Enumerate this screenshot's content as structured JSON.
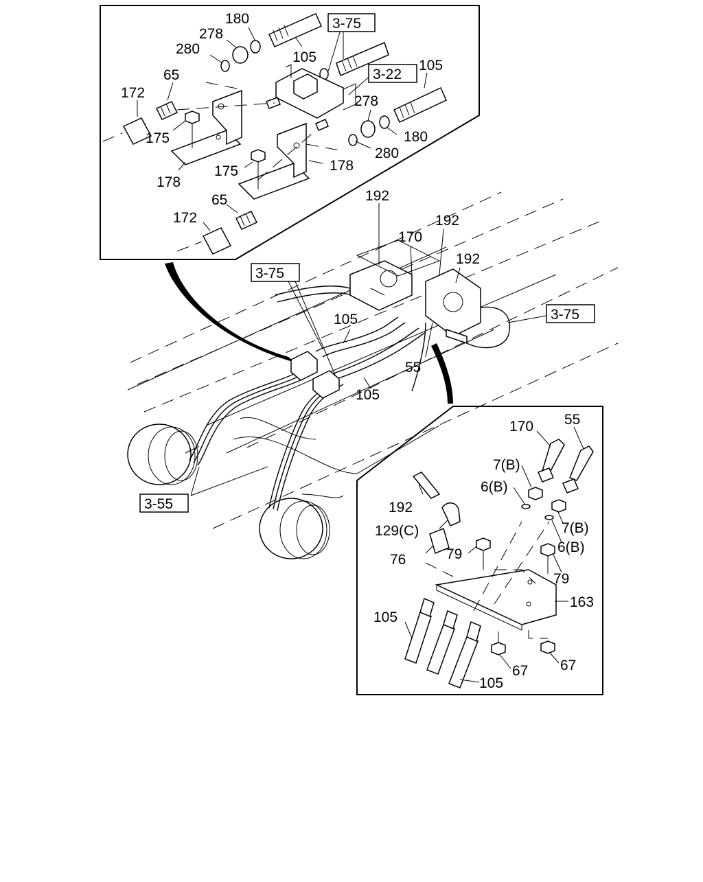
{
  "diagram": {
    "top_inset": {
      "labels": {
        "n180a": "180",
        "n278a": "278",
        "n280a": "280",
        "n105a": "105",
        "ref375a": "3-75",
        "ref322": "3-22",
        "n105b": "105",
        "n65a": "65",
        "n172a": "172",
        "n278b": "278",
        "n175a": "175",
        "n180b": "180",
        "n178a": "178",
        "n280b": "280",
        "n175b": "175",
        "n178b": "178",
        "n65b": "65",
        "n172b": "172"
      }
    },
    "main": {
      "labels": {
        "n192a": "192",
        "n192b": "192",
        "n170": "170",
        "n192c": "192",
        "ref375b": "3-75",
        "ref375c": "3-75",
        "n105c": "105",
        "n55a": "55",
        "n105d": "105",
        "ref355": "3-55"
      }
    },
    "bottom_inset": {
      "labels": {
        "n170b": "170",
        "n55b": "55",
        "n7Ba": "7(B)",
        "n6Ba": "6(B)",
        "n192d": "192",
        "n129C": "129(C)",
        "n7Bb": "7(B)",
        "n6Bb": "6(B)",
        "n79a": "79",
        "n76": "76",
        "n79b": "79",
        "n163": "163",
        "n105e": "105",
        "n67a": "67",
        "n67b": "67",
        "n105f": "105"
      }
    }
  }
}
